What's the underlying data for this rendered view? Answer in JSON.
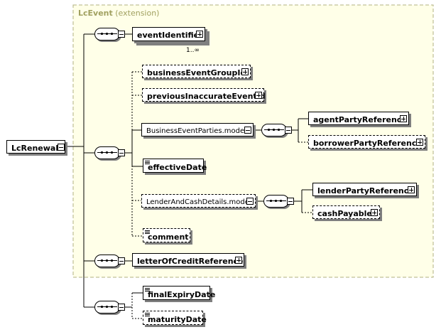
{
  "extension": {
    "type_name": "LcEvent",
    "kind": "(extension)"
  },
  "root": {
    "label": "LcRenewal"
  },
  "elements": {
    "event_identifier": {
      "label": "eventIdentifier",
      "cardinality": "1..∞"
    },
    "business_event_group_id": {
      "label": "businessEventGroupId"
    },
    "previous_inaccurate_event_id": {
      "label": "previousInaccurateEventId"
    },
    "business_event_parties_model": {
      "label": "BusinessEventParties.model"
    },
    "agent_party_reference": {
      "label": "agentPartyReference"
    },
    "borrower_party_reference": {
      "label": "borrowerPartyReference"
    },
    "effective_date": {
      "label": "effectiveDate"
    },
    "lender_and_cash_details_model": {
      "label": "LenderAndCashDetails.model"
    },
    "lender_party_reference": {
      "label": "lenderPartyReference"
    },
    "cash_payable": {
      "label": "cashPayable"
    },
    "comment": {
      "label": "comment"
    },
    "letter_of_credit_reference": {
      "label": "letterOfCreditReference"
    },
    "final_expiry_date": {
      "label": "finalExpiryDate"
    },
    "maturity_date": {
      "label": "maturityDate"
    }
  },
  "colors": {
    "extension_fill": "#ffffe8",
    "extension_border": "#b0b080",
    "title": "#a0a060",
    "shadow": "#7f7f7f"
  }
}
